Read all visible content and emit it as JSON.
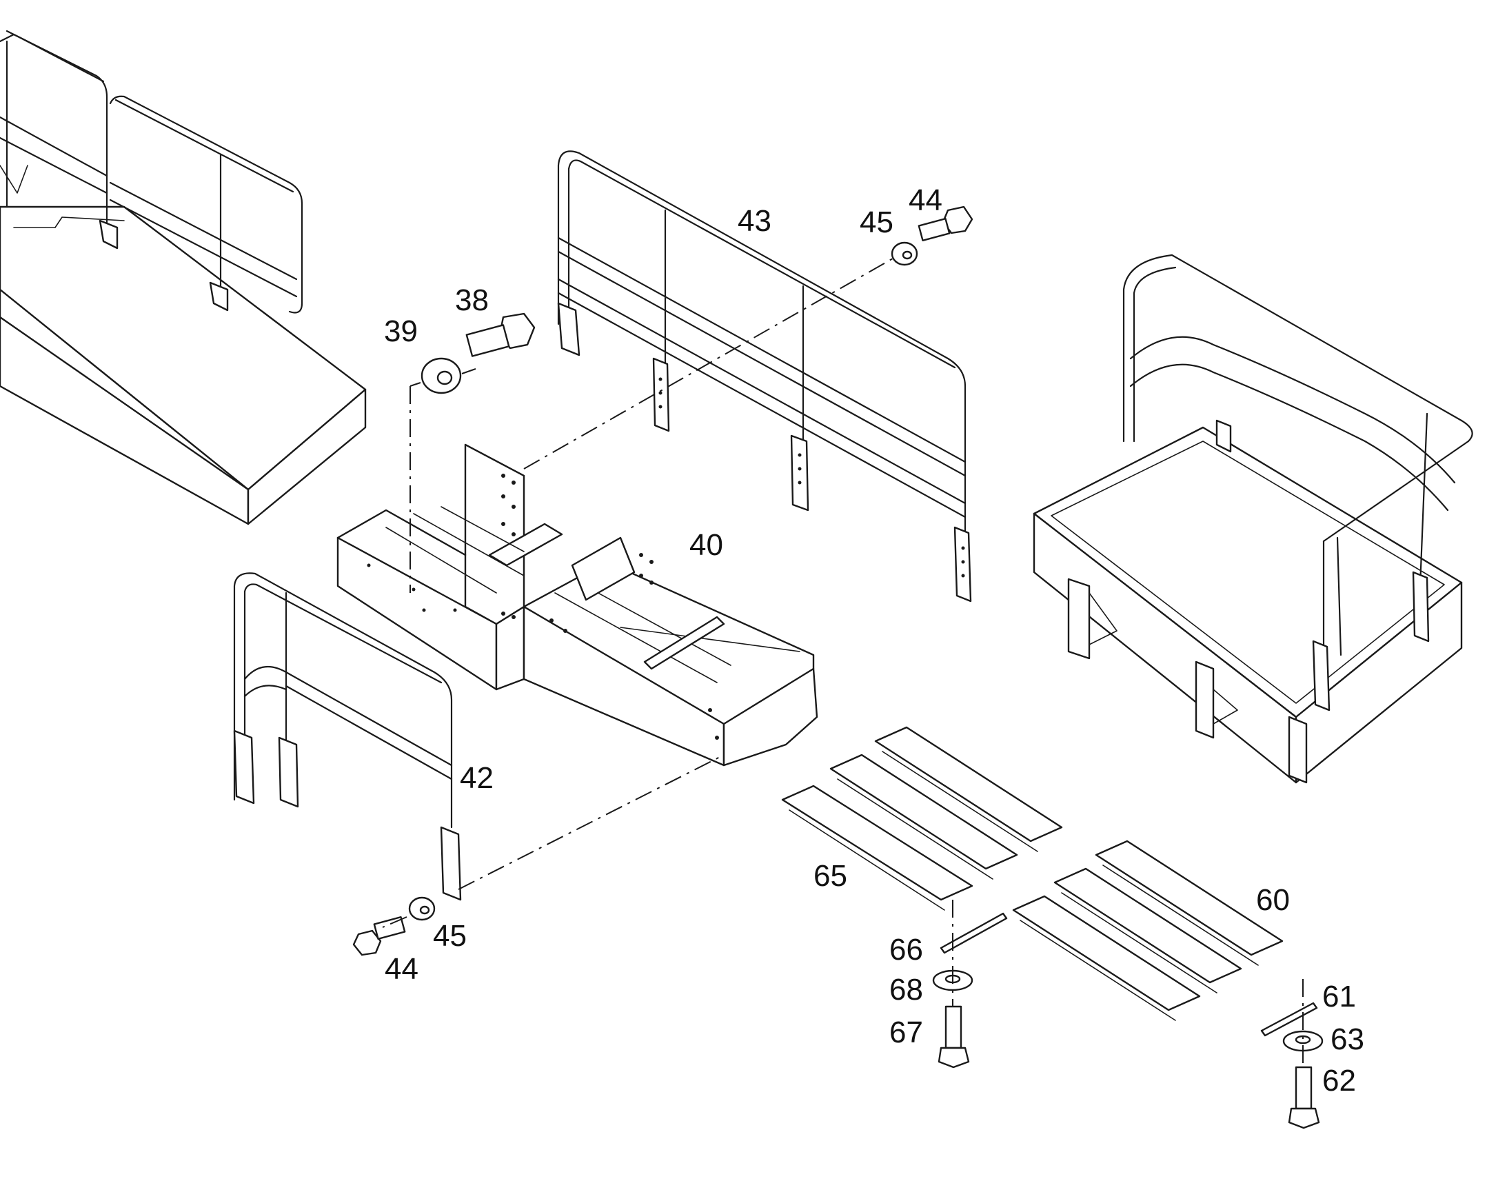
{
  "callouts": [
    {
      "id": "38",
      "label": "38"
    },
    {
      "id": "39",
      "label": "39"
    },
    {
      "id": "40",
      "label": "40"
    },
    {
      "id": "42",
      "label": "42"
    },
    {
      "id": "43",
      "label": "43"
    },
    {
      "id": "44-top",
      "label": "44"
    },
    {
      "id": "45-top",
      "label": "45"
    },
    {
      "id": "44-bottom",
      "label": "44"
    },
    {
      "id": "45-bottom",
      "label": "45"
    },
    {
      "id": "60",
      "label": "60"
    },
    {
      "id": "61",
      "label": "61"
    },
    {
      "id": "62",
      "label": "62"
    },
    {
      "id": "63",
      "label": "63"
    },
    {
      "id": "65",
      "label": "65"
    },
    {
      "id": "66",
      "label": "66"
    },
    {
      "id": "67",
      "label": "67"
    },
    {
      "id": "68",
      "label": "68"
    }
  ]
}
